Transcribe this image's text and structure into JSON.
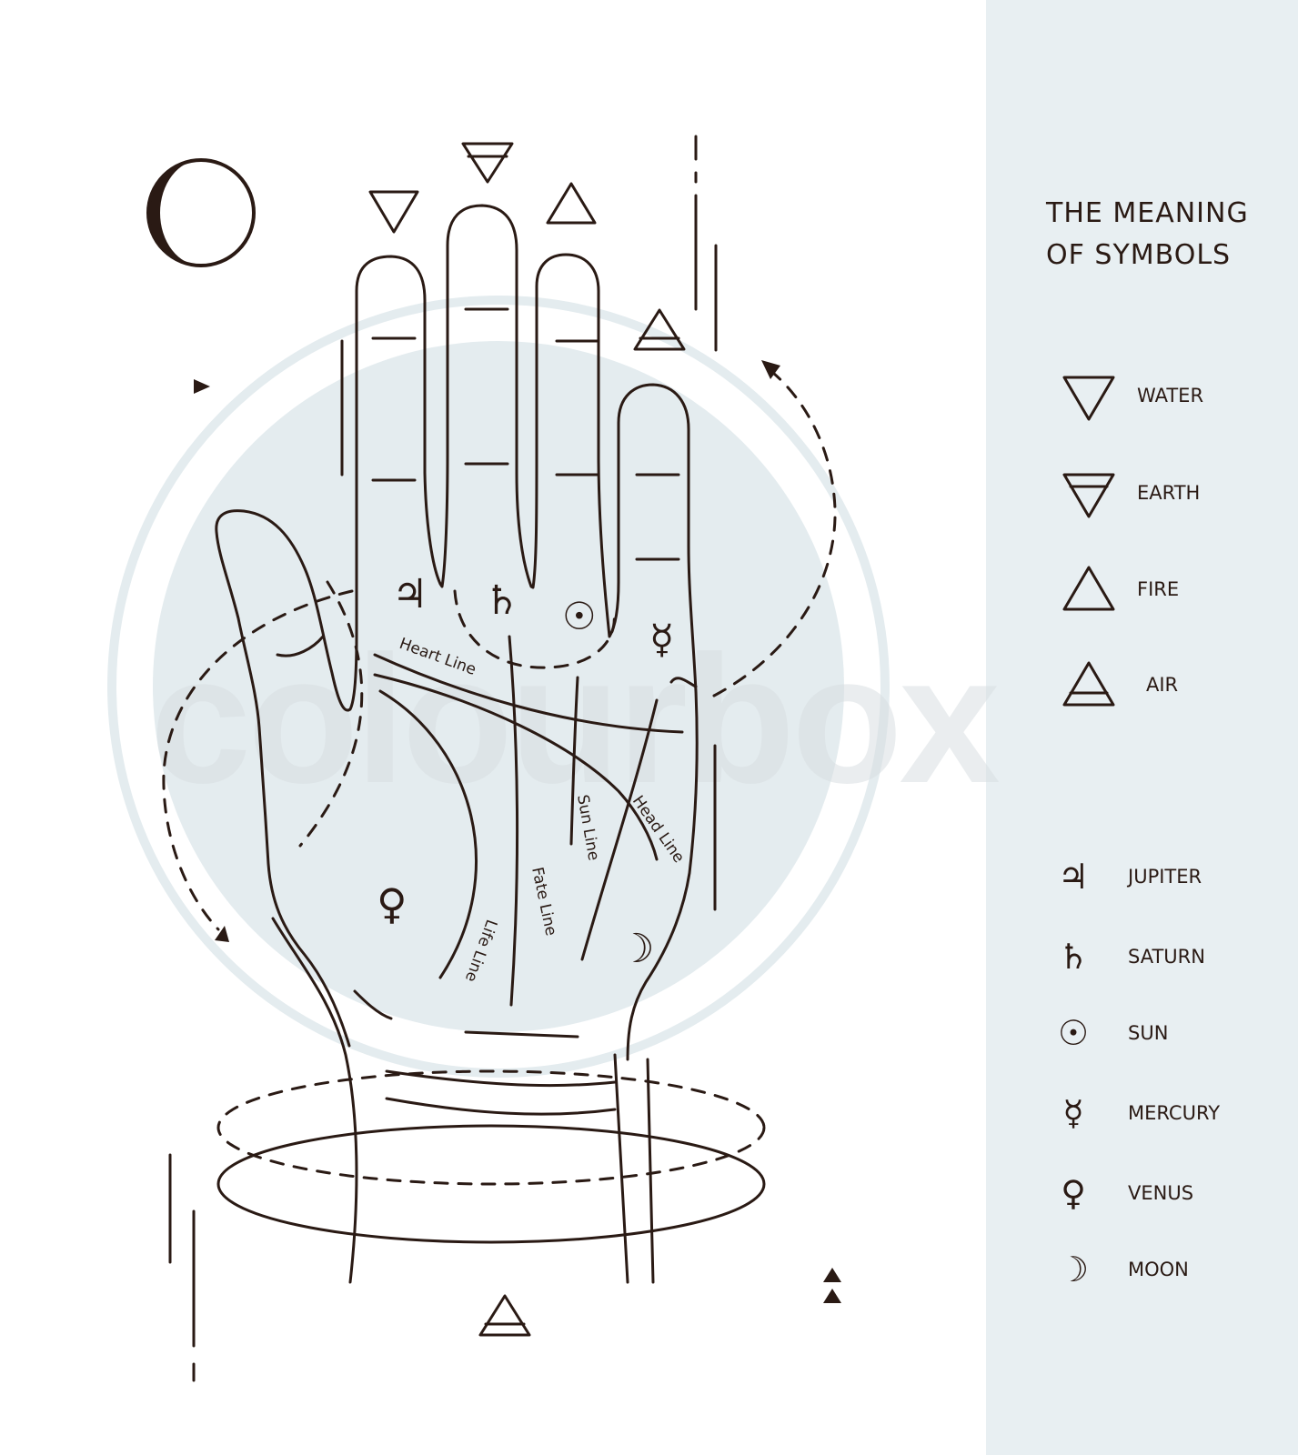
{
  "watermark": "colourbox",
  "legend": {
    "title_line1": "THE MEANING",
    "title_line2": "OF SYMBOLS",
    "elements": [
      {
        "label": "WATER",
        "icon": "water-triangle-icon"
      },
      {
        "label": "EARTH",
        "icon": "earth-triangle-icon"
      },
      {
        "label": "FIRE",
        "icon": "fire-triangle-icon"
      },
      {
        "label": "AIR",
        "icon": "air-triangle-icon"
      }
    ],
    "planets": [
      {
        "label": "JUPITER",
        "glyph": "♃"
      },
      {
        "label": "SATURN",
        "glyph": "♄"
      },
      {
        "label": "SUN",
        "glyph": "☉"
      },
      {
        "label": "MERCURY",
        "glyph": "☿"
      },
      {
        "label": "VENUS",
        "glyph": "♀"
      },
      {
        "label": "MOON",
        "glyph": "☽"
      }
    ]
  },
  "palm": {
    "heart_line": "Heart Line",
    "head_line": "Head Line",
    "sun_line": "Sun Line",
    "fate_line": "Fate Line",
    "life_line": "Life Line",
    "jupiter": "♃",
    "saturn": "♄",
    "sun": "☉",
    "mercury": "☿",
    "venus": "♀",
    "moon": "☽"
  },
  "colors": {
    "ink": "#2a1a14",
    "panel": "#e8eff2",
    "halo": "#e4ecef"
  }
}
